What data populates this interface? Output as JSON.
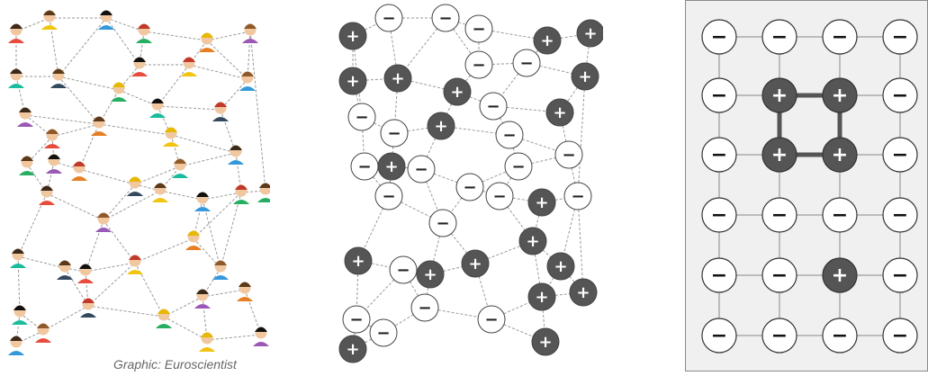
{
  "credit": "Graphic: Euroscientist",
  "colors": {
    "positive": "#555555",
    "negative": "#ffffff",
    "edge": "#9a9a9a",
    "grid_panel_bg": "#f0f0f0",
    "skin": "#f1c7a0",
    "shirts": [
      "#e74c3c",
      "#f1c40f",
      "#3498db",
      "#27ae60",
      "#9b59b6",
      "#e67e22",
      "#1abc9c",
      "#34495e"
    ]
  },
  "glyphs": {
    "plus": "+",
    "minus": "−"
  },
  "lattice": {
    "rows": 6,
    "cols": 4,
    "states": [
      [
        "-",
        "-",
        "-",
        "-"
      ],
      [
        "-",
        "+",
        "+",
        "-"
      ],
      [
        "-",
        "+",
        "+",
        "-"
      ],
      [
        "-",
        "-",
        "-",
        "-"
      ],
      [
        "-",
        "-",
        "+",
        "-"
      ],
      [
        "-",
        "-",
        "-",
        "-"
      ]
    ],
    "highlight_cells": [
      [
        1,
        1
      ],
      [
        1,
        2
      ],
      [
        2,
        2
      ],
      [
        2,
        1
      ]
    ]
  }
}
